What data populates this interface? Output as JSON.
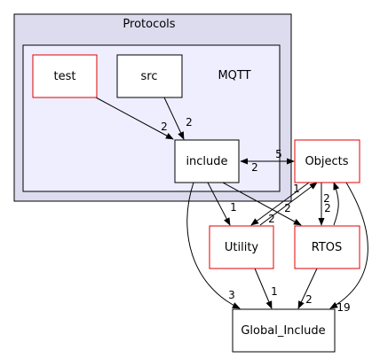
{
  "clusters": {
    "outer": {
      "label": "Protocols"
    },
    "inner": {
      "label": "MQTT"
    }
  },
  "nodes": {
    "test": {
      "label": "test",
      "border": "#e00000"
    },
    "src": {
      "label": "src",
      "border": "#000000"
    },
    "include": {
      "label": "include",
      "border": "#000000"
    },
    "objects": {
      "label": "Objects",
      "border": "#e00000"
    },
    "utility": {
      "label": "Utility",
      "border": "#e00000"
    },
    "rtos": {
      "label": "RTOS",
      "border": "#e00000"
    },
    "global_include": {
      "label": "Global_Include",
      "border": "#000000"
    }
  },
  "edges": {
    "test_include": "2",
    "src_include": "2",
    "include_objects": "5",
    "objects_include": "2",
    "include_utility": "1",
    "include_rtos": "2",
    "include_global": "3",
    "objects_utility": "1",
    "utility_objects": "2",
    "objects_rtos": "2",
    "rtos_objects": "2",
    "objects_global": "19",
    "utility_global": "1",
    "rtos_global": "2"
  },
  "colors": {
    "outer_cluster_fill": "#dcdcee",
    "inner_cluster_fill": "#eeeeff",
    "red_border": "#e00000"
  }
}
